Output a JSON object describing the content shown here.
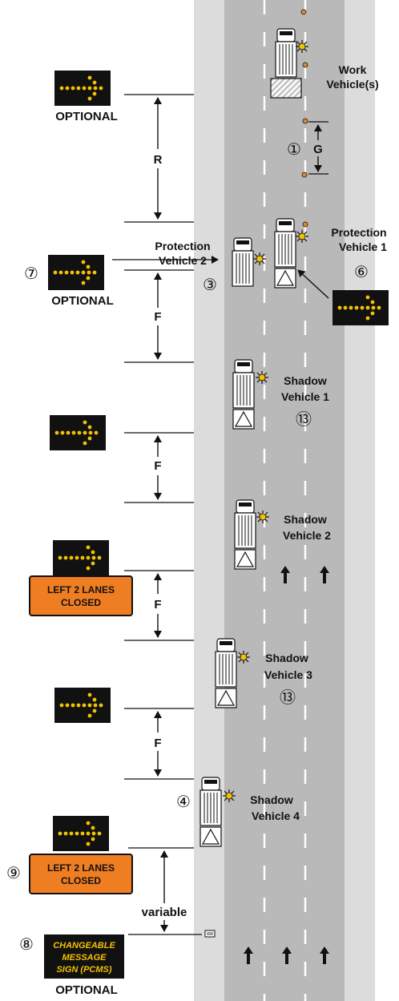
{
  "labels": {
    "work_vehicles": [
      "Work",
      "Vehicle(s)"
    ],
    "protection_vehicle_2": [
      "Protection",
      "Vehicle 2"
    ],
    "protection_vehicle_1": [
      "Protection",
      "Vehicle 1"
    ],
    "shadow_vehicle_1": [
      "Shadow",
      "Vehicle 1"
    ],
    "shadow_vehicle_2": [
      "Shadow",
      "Vehicle 2"
    ],
    "shadow_vehicle_3": [
      "Shadow",
      "Vehicle 3"
    ],
    "shadow_vehicle_4": [
      "Shadow",
      "Vehicle 4"
    ],
    "optional": "OPTIONAL",
    "variable": "variable"
  },
  "dimensions": {
    "R": "R",
    "G": "G",
    "F": "F"
  },
  "callouts": {
    "n1": "①",
    "n3": "③",
    "n4": "④",
    "n6": "⑥",
    "n7": "⑦",
    "n8": "⑧",
    "n9": "⑨",
    "n13": "⑬"
  },
  "message_sign": [
    "LEFT 2  LANES",
    "CLOSED"
  ],
  "pcms": [
    "CHANGEABLE",
    "MESSAGE",
    "SIGN (PCMS)"
  ],
  "colors": {
    "shoulder": "#dcdcdc",
    "travel_lanes": "#b9b9b9",
    "arrow_board": "#111111",
    "arrow_light": "#f2c100",
    "message_sign": "#ef7d22",
    "cone": "#e08a2a",
    "beacon": "#f2c100"
  }
}
